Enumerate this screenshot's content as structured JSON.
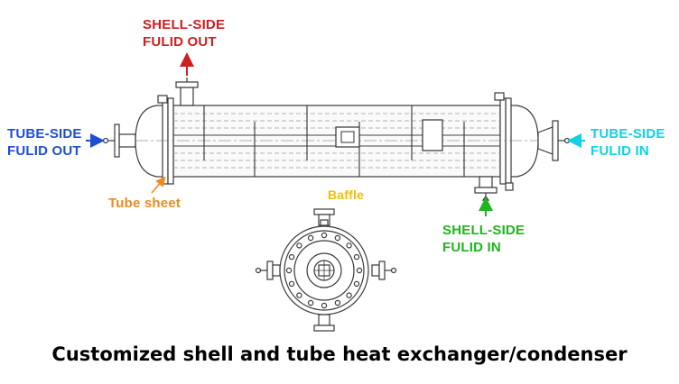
{
  "labels": {
    "shell_out": {
      "line1": "SHELL-SIDE",
      "line2": "FULID OUT",
      "color": "#cc1f1f"
    },
    "tube_out": {
      "line1": "TUBE-SIDE",
      "line2": "FULID OUT",
      "color": "#1f4fd1"
    },
    "tube_in": {
      "line1": "TUBE-SIDE",
      "line2": "FULID IN",
      "color": "#12d0e6"
    },
    "shell_in": {
      "line1": "SHELL-SIDE",
      "line2": "FULID IN",
      "color": "#1fb51f"
    },
    "tube_sheet": {
      "text": "Tube sheet",
      "color": "#ee8a1e"
    },
    "baffle": {
      "text": "Baffle",
      "color": "#f2c000"
    }
  },
  "caption": "Customized shell and tube heat exchanger/condenser"
}
